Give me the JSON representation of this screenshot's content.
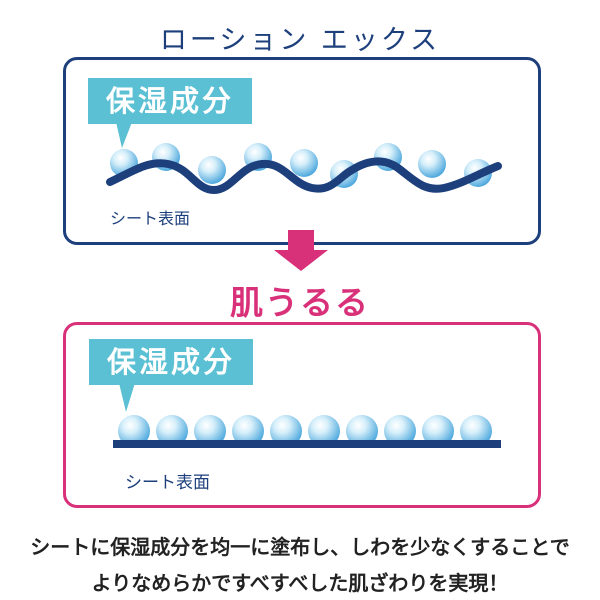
{
  "title": "ローション エックス",
  "before": {
    "label": "保湿成分",
    "caption": "シート表面"
  },
  "result": "肌うるる",
  "after": {
    "label": "保湿成分",
    "caption": "シート表面"
  },
  "description": {
    "line1": "シートに保湿成分を均一に塗布し、しわを少なくすることで",
    "line2": "よりなめらかですべすべした肌ざわりを実現！"
  },
  "colors": {
    "navy": "#1d3f7c",
    "pink": "#d9307a",
    "teal_label": "#5bc0d3",
    "droplet_light": "#eaf7fd",
    "droplet_dark": "#4aa6dc"
  }
}
